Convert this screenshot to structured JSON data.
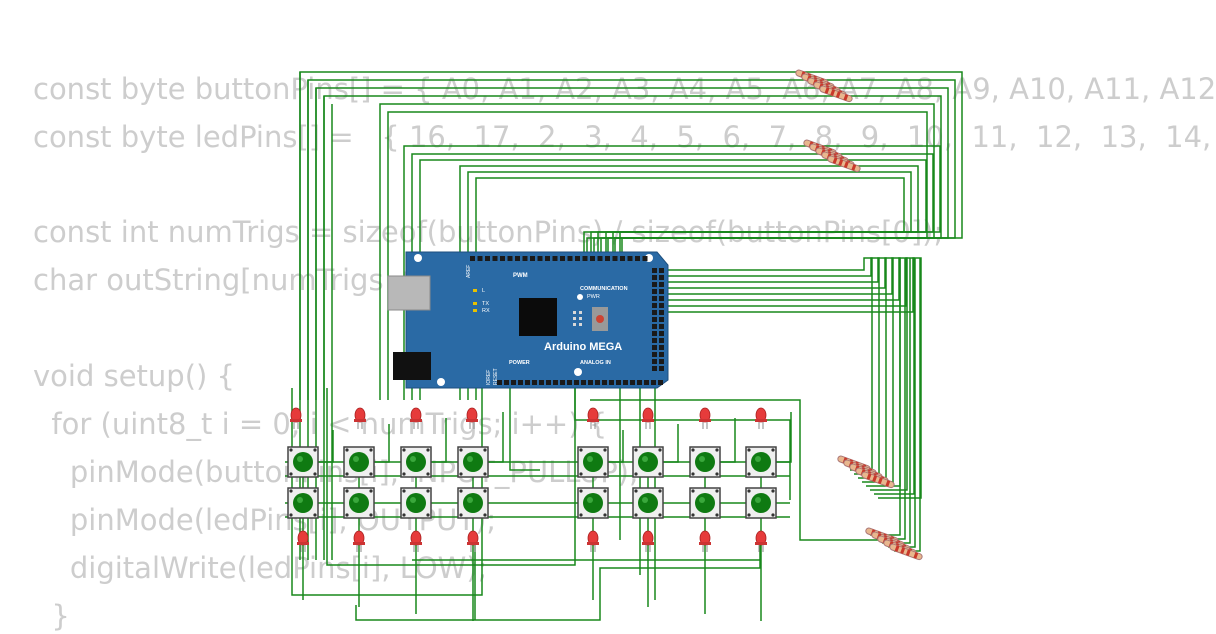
{
  "code_lines": [
    "const byte buttonPins[] = { A0, A1, A2, A3, A4, A5, A6, A7, A8, A9, A10, A11, A12",
    "const byte ledPins[] =   { 16,  17,  2,  3,  4,  5,  6,  7,  8,  9,  10,  11,  12,  13,  14,",
    "",
    "const int numTrigs = sizeof(buttonPins) / sizeof(buttonPins[0]);",
    "char outString[numTrigs + 1];",
    "",
    "void setup() {",
    "  for (uint8_t i = 0; i < numTrigs; i++) {",
    "    pinMode(buttonPins[i], INPUT_PULLUP);",
    "    pinMode(ledPins[i], OUTPUT);",
    "    digitalWrite(ledPins[i], LOW);",
    "  }"
  ],
  "board": {
    "name": "Arduino MEGA",
    "pwm_label": "PWM",
    "communication_label": "COMMUNICATION",
    "power_label": "POWER",
    "analog_label": "ANALOG IN",
    "pwr_label": "PWR",
    "l_label": "L",
    "tx_label": "TX",
    "rx_label": "RX",
    "aref_label": "AREF",
    "ioref_label": "IOREF",
    "reset_label": "RESET",
    "color": "#2a6aa5"
  },
  "colors": {
    "wire": "#18881c",
    "led": "#e63b3b",
    "button_cap": "#0f7a12",
    "resistor_band": "#c9392b",
    "code_text": "#cdcdcd"
  }
}
